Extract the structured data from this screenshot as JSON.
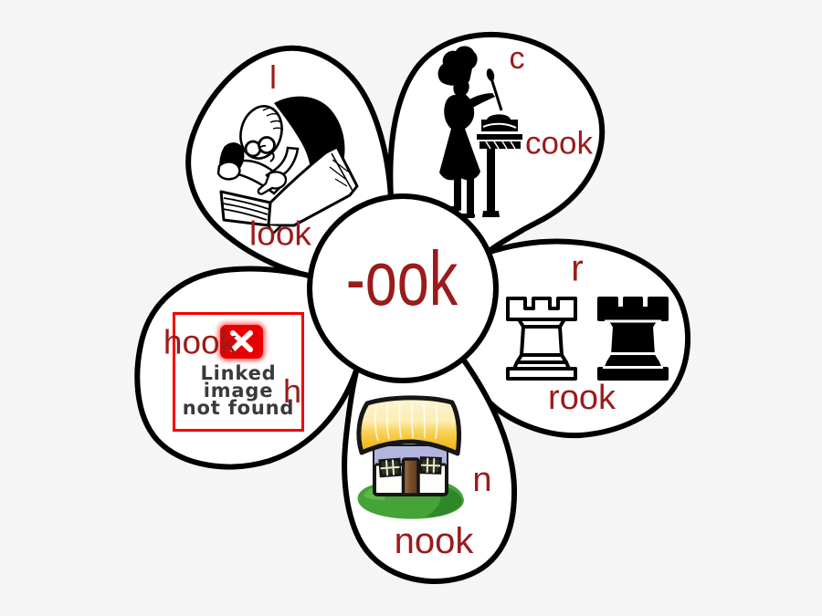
{
  "background_color": "#f5f5f5",
  "center": {
    "label": "-ook",
    "text_color": "#9b1b1b"
  },
  "petals": {
    "look": {
      "letter": "l",
      "word": "look",
      "illustration": "man-reading-book"
    },
    "cook": {
      "letter": "c",
      "word": "cook",
      "illustration": "chef-cooking-silhouette"
    },
    "rook": {
      "letter": "r",
      "word": "rook",
      "illustration": "chess-rooks"
    },
    "nook": {
      "letter": "n",
      "word": "nook",
      "illustration": "house-with-yellow-roof"
    },
    "hook": {
      "letter": "h",
      "word": "hook",
      "illustration": "broken-image-placeholder",
      "broken_image": {
        "lines": [
          "Linked",
          "image",
          "not found"
        ]
      }
    }
  },
  "colors": {
    "petal_fill": "#ffffff",
    "outline": "#000000",
    "word_text": "#9b1b1b",
    "broken_box_border": "#f40000",
    "broken_icon_red": "#e80000",
    "roof_gold": "#f4bd25",
    "roof_cream": "#fdf5d4",
    "wall_band_lavender": "#b2b6de",
    "door_brown": "#7a4f2b",
    "grass_green": "#46a338"
  }
}
